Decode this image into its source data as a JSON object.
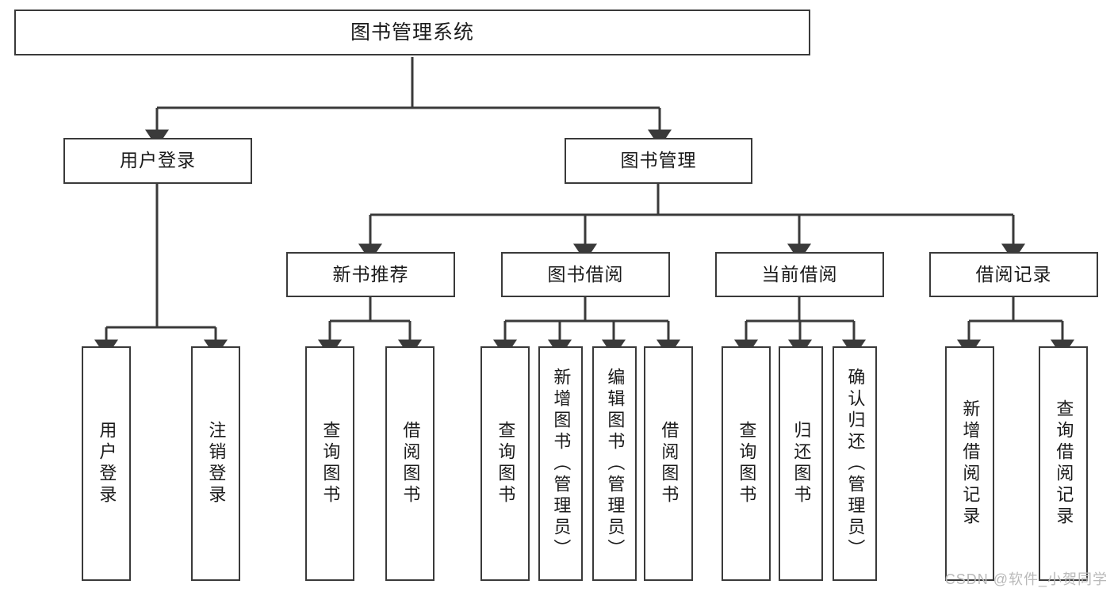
{
  "diagram": {
    "title": "图书管理系统",
    "type": "tree-hierarchy-chart",
    "watermark": "CSDN @软件_小贺同学",
    "colors": {
      "background": "#ffffff",
      "box_border": "#3a3a3a",
      "box_fill": "#ffffff",
      "connector": "#3a3a3a",
      "text": "#1b1b1b",
      "watermark": "#b9b9b9"
    },
    "root": {
      "label": "图书管理系统"
    },
    "level1": [
      {
        "label": "用户登录"
      },
      {
        "label": "图书管理"
      }
    ],
    "level2": [
      {
        "label": "新书推荐"
      },
      {
        "label": "图书借阅"
      },
      {
        "label": "当前借阅"
      },
      {
        "label": "借阅记录"
      }
    ],
    "leaves": {
      "user_login": [
        {
          "label": "用户登录"
        },
        {
          "label": "注销登录"
        }
      ],
      "new_book_recommend": [
        {
          "label": "查询图书"
        },
        {
          "label": "借阅图书"
        }
      ],
      "book_borrow": [
        {
          "label": "查询图书"
        },
        {
          "label": "新增图书（管理员）"
        },
        {
          "label": "编辑图书（管理员）"
        },
        {
          "label": "借阅图书"
        }
      ],
      "current_borrow": [
        {
          "label": "查询图书"
        },
        {
          "label": "归还图书"
        },
        {
          "label": "确认归还（管理员）"
        }
      ],
      "borrow_record": [
        {
          "label": "新增借阅记录"
        },
        {
          "label": "查询借阅记录"
        }
      ]
    }
  }
}
